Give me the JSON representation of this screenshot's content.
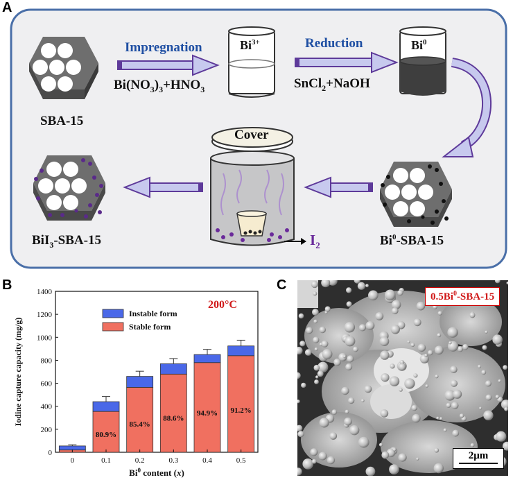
{
  "panels": {
    "a": "A",
    "b": "B",
    "c": "C"
  },
  "schematic": {
    "sba_label": "SBA-15",
    "impregnation": "Impregnation",
    "reagent1": "Bi(NO",
    "reagent1_sub": "3",
    "reagent1_tail": ")",
    "reagent1_sub2": "3",
    "reagent1_end": "+HNO",
    "reagent1_sub3": "3",
    "beaker1_ion": "Bi",
    "beaker1_sup": "3+",
    "reduction": "Reduction",
    "reagent2": "SnCl",
    "reagent2_sub": "2",
    "reagent2_end": "+NaOH",
    "beaker2_ion": "Bi",
    "beaker2_sup": "0",
    "cover": "Cover",
    "iodine": "I",
    "iodine_sub": "2",
    "bi0_label": "Bi",
    "bi0_sup": "0",
    "bi0_end": "-SBA-15",
    "bii3_label": "BiI",
    "bii3_sub": "3",
    "bii3_end": "-SBA-15"
  },
  "sem": {
    "label_a": "0.5Bi",
    "label_sup": "0",
    "label_b": "-SBA-15",
    "scale": "2μm"
  },
  "colors": {
    "panel_bg": "#efeff1",
    "panel_border": "#4a6fa8",
    "arrow_fill": "#c7c9ee",
    "arrow_stroke": "#5e3a9a",
    "stable": "#f07060",
    "instable": "#4a68e8",
    "temp_text": "#d01818",
    "iodine_purple": "#6a2a9a"
  },
  "chart_data": {
    "type": "bar",
    "temperature_label": "200°C",
    "xlabel": "Bi",
    "xlabel_sup": "0",
    "xlabel_end": " content (",
    "xlabel_var": "x",
    "xlabel_close": ")",
    "ylabel": "Iodine capture capacity (mg/g)",
    "ylim": [
      0,
      1400
    ],
    "yticks": [
      "0",
      "200",
      "400",
      "600",
      "800",
      "1000",
      "1200",
      "1400"
    ],
    "categories": [
      "0",
      "0.1",
      "0.2",
      "0.3",
      "0.4",
      "0.5"
    ],
    "legend": [
      "Instable form",
      "Stable form"
    ],
    "series": [
      {
        "name": "Stable form",
        "values": [
          20,
          355,
          565,
          680,
          780,
          840
        ]
      },
      {
        "name": "Instable form",
        "values": [
          35,
          85,
          95,
          90,
          70,
          85
        ]
      }
    ],
    "errors": [
      10,
      45,
      45,
      45,
      45,
      50
    ],
    "bar_labels": [
      "",
      "80.9%",
      "85.4%",
      "88.6%",
      "94.9%",
      "91.2%"
    ]
  }
}
